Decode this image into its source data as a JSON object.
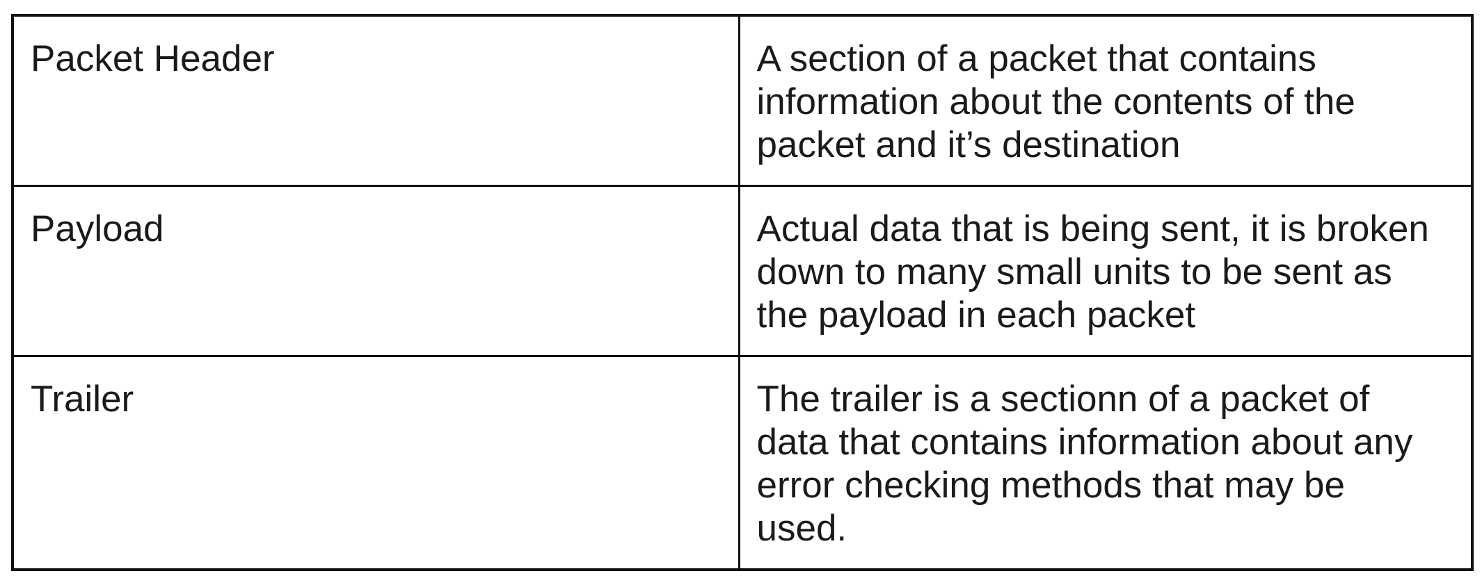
{
  "table": {
    "rows": [
      {
        "term": "Packet Header",
        "definition_lines": [
          "A section of a packet that contains",
          "information about the contents of the",
          "packet and it’s destination"
        ]
      },
      {
        "term": "Payload",
        "definition_lines": [
          "Actual data that is being sent, it is broken",
          "down to many small units to be sent as",
          "the payload in each packet"
        ]
      },
      {
        "term": "Trailer",
        "definition_lines": [
          "The trailer is a sectionn of a packet of",
          "data that contains information about any",
          "error checking methods that may be",
          "used."
        ]
      }
    ]
  }
}
